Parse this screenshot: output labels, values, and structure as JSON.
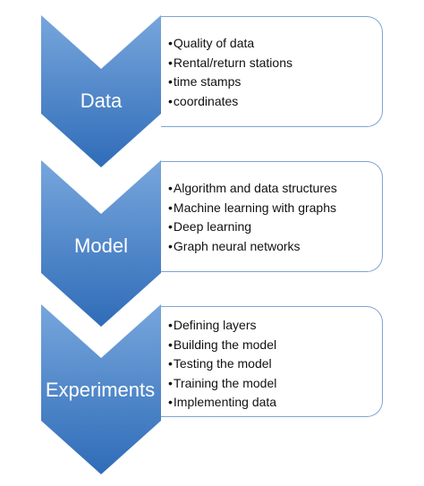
{
  "stages": [
    {
      "name": "Data",
      "items": [
        "Quality of data",
        "Rental/return stations",
        "time stamps",
        "coordinates"
      ]
    },
    {
      "name": "Model",
      "items": [
        "Algorithm and data structures",
        "Machine learning with graphs",
        "Deep learning",
        "Graph neural networks"
      ]
    },
    {
      "name": "Experiments",
      "items": [
        "Defining layers",
        "Building the model",
        "Testing the model",
        "Training the model",
        "Implementing data"
      ]
    }
  ],
  "colors": {
    "chevron_top": "#77a6dc",
    "chevron_bottom": "#2f6cb8",
    "panel_border": "#7fa4d3"
  }
}
